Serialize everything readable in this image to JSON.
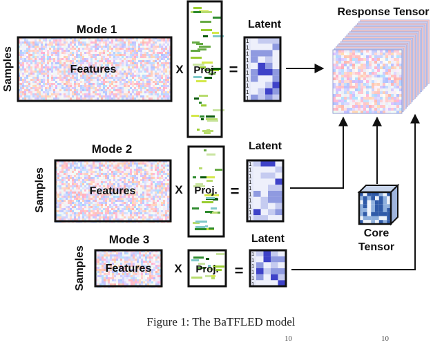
{
  "modes": [
    {
      "title": "Mode 1",
      "samples_label": "Samples",
      "features_label": "Features",
      "proj_label": "Proj.",
      "latent_label": "Latent",
      "latent_row_label": "1"
    },
    {
      "title": "Mode 2",
      "samples_label": "Samples",
      "features_label": "Features",
      "proj_label": "Proj.",
      "latent_label": "Latent",
      "latent_row_label": "1"
    },
    {
      "title": "Mode 3",
      "samples_label": "Samples",
      "features_label": "Features",
      "proj_label": "Proj.",
      "latent_label": "Latent",
      "latent_row_label": "1"
    }
  ],
  "operators": {
    "times": "X",
    "equals": "="
  },
  "response_tensor": {
    "title": "Response Tensor"
  },
  "core_tensor": {
    "line1": "Core",
    "line2": "Tensor"
  },
  "caption": "Figure 1: The BaTFLED model",
  "fragments": [
    "10",
    "10"
  ]
}
